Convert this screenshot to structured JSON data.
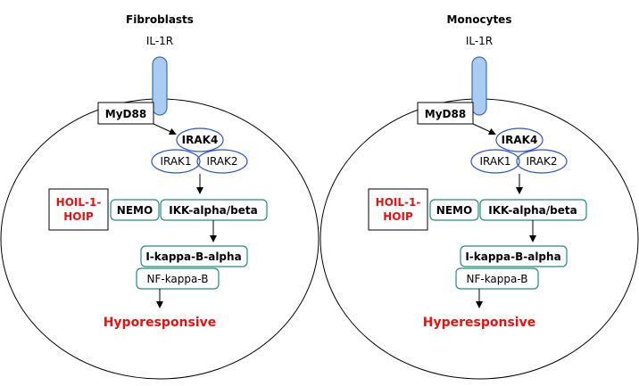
{
  "panels": [
    {
      "title": "Fibroblasts",
      "receptor": "IL-1R",
      "adaptor": "MyD88",
      "irak4": "IRAK4",
      "irak1": "IRAK1",
      "irak2": "IRAK2",
      "lubac_line1": "HOIL-1-",
      "lubac_line2": "HOIP",
      "nemo": "NEMO",
      "ikk": "IKK-alpha/beta",
      "ikb": "I-kappa-B-alpha",
      "nfkb": "NF-kappa-B",
      "outcome": "Hyporesponsive"
    },
    {
      "title": "Monocytes",
      "receptor": "IL-1R",
      "adaptor": "MyD88",
      "irak4": "IRAK4",
      "irak1": "IRAK1",
      "irak2": "IRAK2",
      "lubac_line1": "HOIL-1-",
      "lubac_line2": "HOIP",
      "nemo": "NEMO",
      "ikk": "IKK-alpha/beta",
      "ikb": "I-kappa-B-alpha",
      "nfkb": "NF-kappa-B",
      "outcome": "Hyperesponsive"
    }
  ],
  "colors": {
    "receptor_fill": "#a9cdf2",
    "receptor_stroke": "#3b6fb0",
    "irak_stroke": "#2e50d6",
    "complex_stroke": "#1f8f7a",
    "alert_text": "#e81010",
    "text": "#000000"
  }
}
